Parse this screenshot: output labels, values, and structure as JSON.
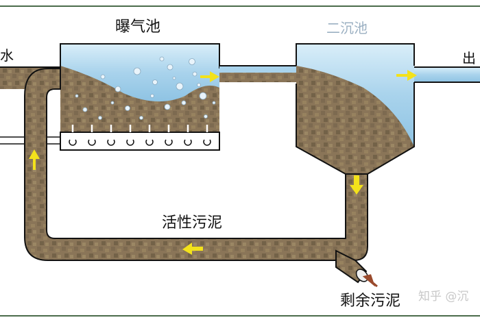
{
  "labels": {
    "aeration_tank": "曝气池",
    "secondary_clarifier": "二沉池",
    "inlet": "水",
    "outlet": "出",
    "activated_sludge": "活性污泥",
    "excess_sludge": "剩余污泥",
    "watermark": "知乎 @沉"
  },
  "colors": {
    "frame": "#4a6b4a",
    "sludge": "#8a7558",
    "water": "#a9d3ec",
    "arrow": "#f3e21b",
    "discharge_arrow": "#9a4a2c"
  },
  "icons": {
    "flow_arrow": "yellow-arrow-icon",
    "discharge_arrow": "brown-arrow-icon",
    "aerator": "diffuser-icon"
  }
}
